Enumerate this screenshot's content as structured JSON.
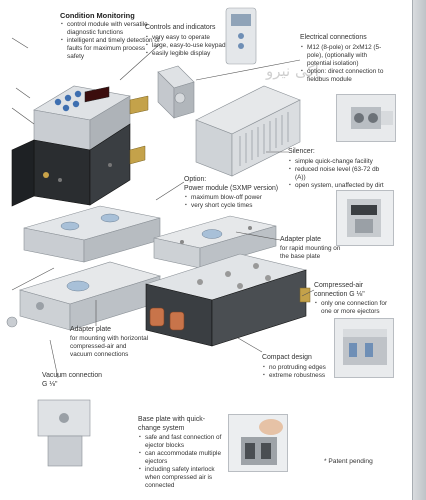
{
  "callouts": {
    "condition_monitoring": {
      "title": "Condition Monitoring",
      "items": [
        "control module with versatile diagnostic functions",
        "intelligent and timely detection of faults for maximum process safety"
      ]
    },
    "controls_indicators": {
      "title": "Controls and indicators",
      "items": [
        "very easy to operate",
        "large, easy-to-use keypad",
        "easily legible display"
      ]
    },
    "electrical_connections": {
      "title": "Electrical connections",
      "items": [
        "M12 (8-pole) or 2xM12 (5-pole), (optionally with potential isolation)",
        "option: direct connection to fieldbus module"
      ]
    },
    "silencer": {
      "title": "Silencer:",
      "items": [
        "simple quick-change facility",
        "reduced noise level (63-72 db (A))",
        "open system, unaffected by dirt"
      ]
    },
    "power_module": {
      "title": "Option:\nPower module (SXMP version)",
      "items": [
        "maximum blow-off power",
        "very short cycle times"
      ]
    },
    "adapter_plate_right": {
      "title": "Adapter plate",
      "subtitle": "for rapid mounting on the base plate"
    },
    "compressed_air": {
      "title": "Compressed-air connection G ⅛\"",
      "items": [
        "only one connection for one or more ejectors"
      ]
    },
    "adapter_plate_left": {
      "title": "Adapter plate",
      "subtitle": "for mounting with horizontal compressed-air and vacuum connections"
    },
    "compact_design": {
      "title": "Compact design",
      "items": [
        "no protruding edges",
        "extreme robustness"
      ]
    },
    "vacuum_connection": {
      "title": "Vacuum connection G ⅛\""
    },
    "base_plate": {
      "title": "Base plate with quick-change system",
      "items": [
        "safe and fast connection of ejector blocks",
        "can accommodate multiple ejectors",
        "including safety interlock when compressed air is connected"
      ]
    }
  },
  "footnote": "* Patent pending",
  "watermark": "آکی‌ نیرو",
  "colors": {
    "module_blue": "#3e6fb0",
    "body_dark": "#2a2d30",
    "aluminium": "#c9cdd2",
    "copper": "#c8744a"
  }
}
